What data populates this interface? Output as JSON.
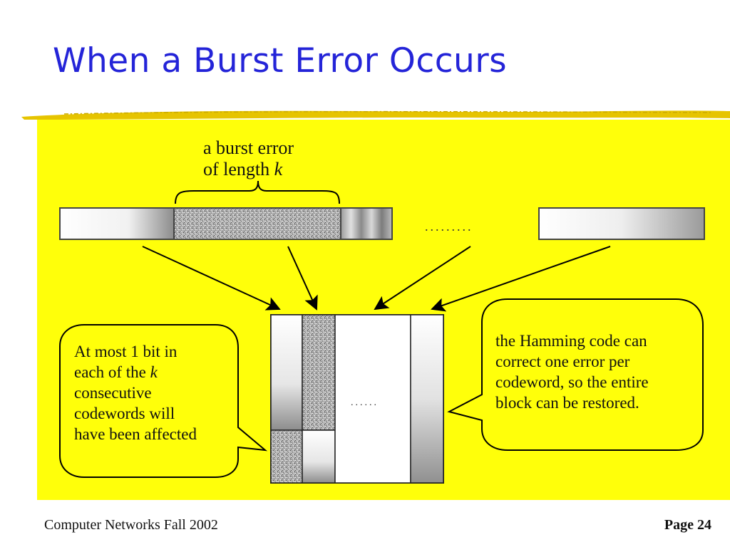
{
  "slide": {
    "title": "When a Burst Error Occurs",
    "footer_left": "Computer Networks Fall 2002",
    "footer_right": "Page 24"
  },
  "diagram": {
    "burst_label_line1": "a burst error",
    "burst_label_line2_prefix": "of length ",
    "burst_label_k": "k",
    "top_dots": ".........",
    "middle_dots": "......",
    "left_callout": {
      "line1": "At most 1 bit in",
      "line2_prefix": "each of the ",
      "line2_k": "k",
      "line3": "consecutive",
      "line4": "codewords will",
      "line5": "have been affected"
    },
    "right_callout": {
      "line1": "the Hamming code can",
      "line2": "correct one error per",
      "line3": "codeword, so the entire",
      "line4": "block can be restored."
    },
    "colors": {
      "title": "#2424d8",
      "panel": "#ffff0a",
      "underline": "#e6c400"
    }
  }
}
